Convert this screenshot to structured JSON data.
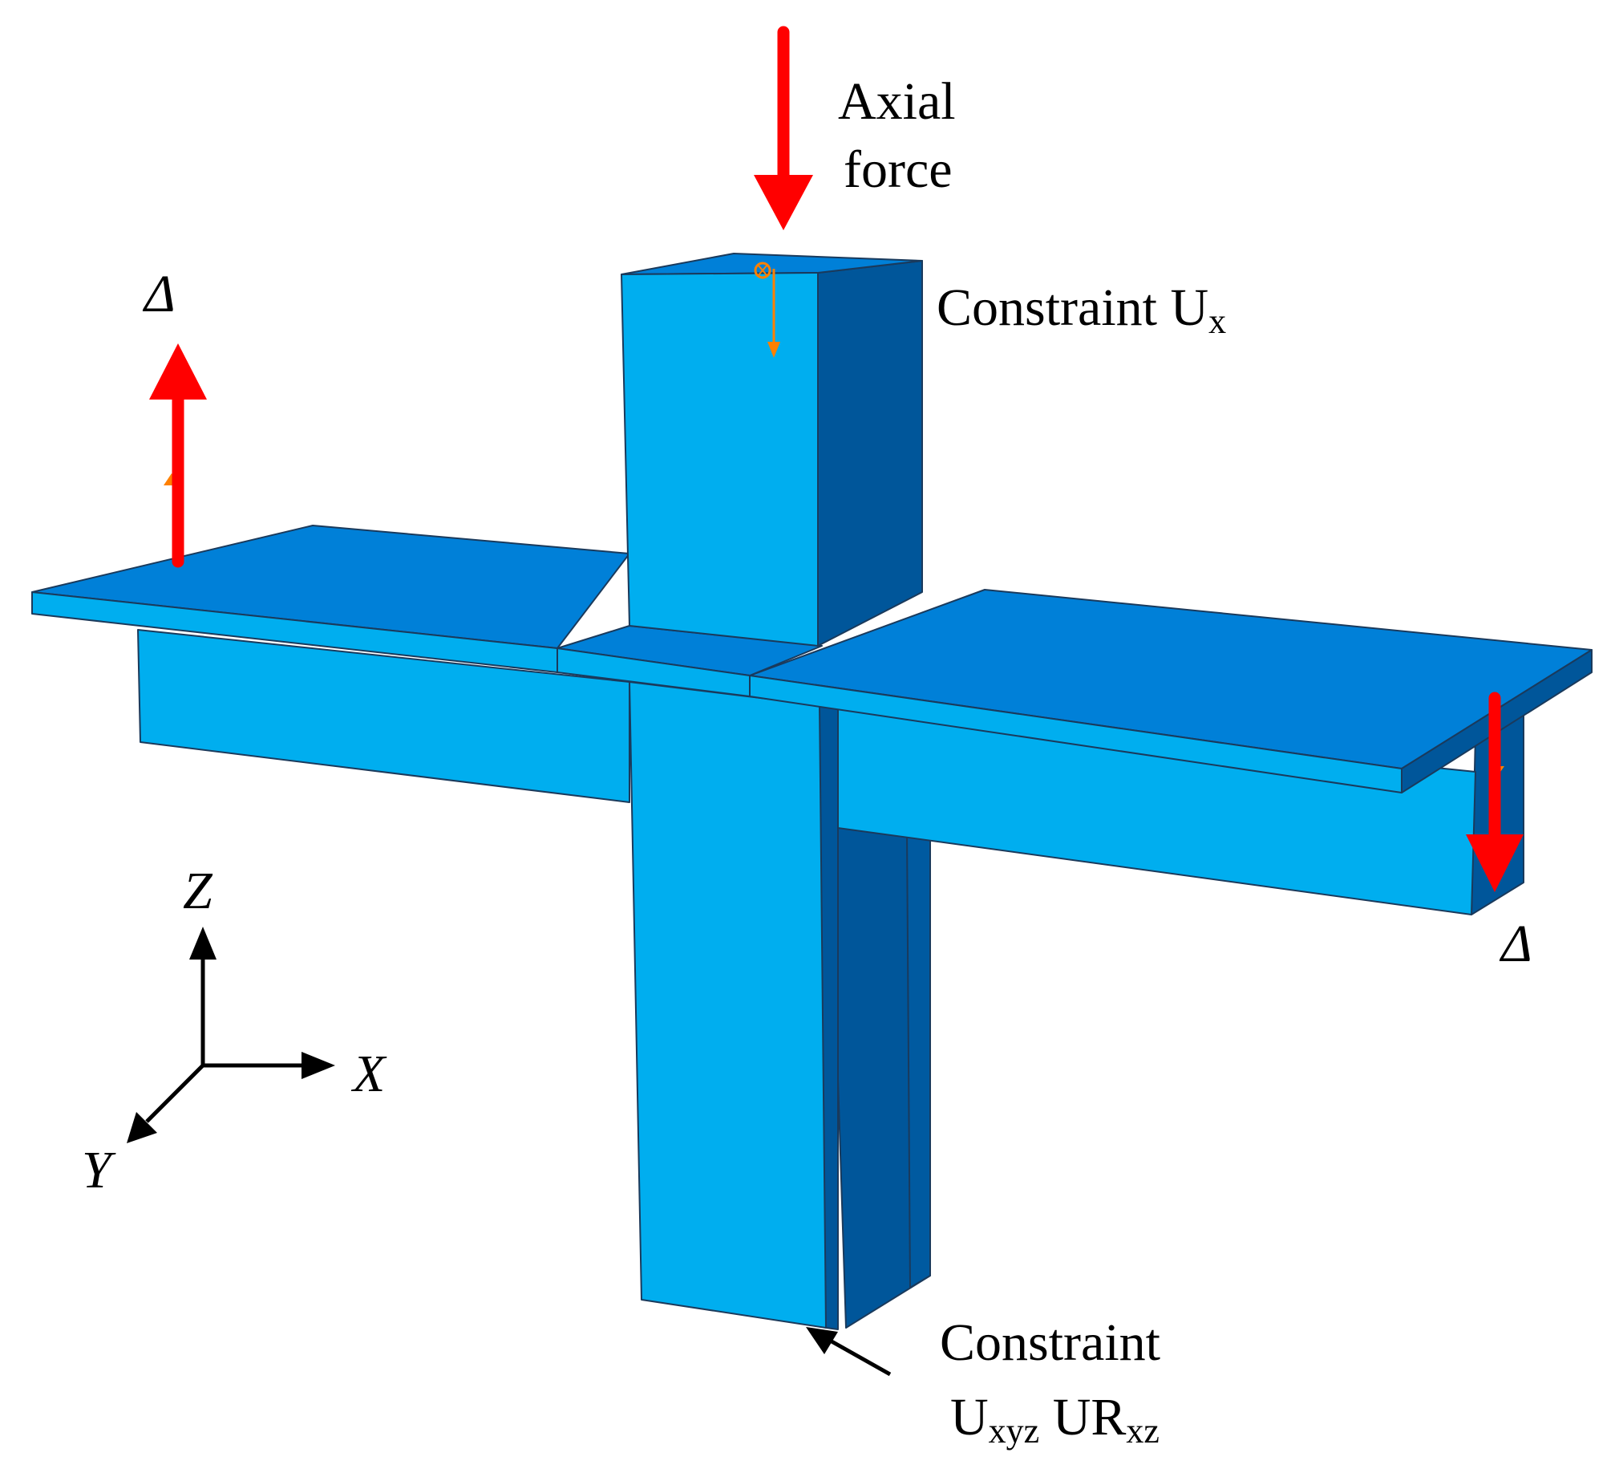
{
  "labels": {
    "axial_force_line1": "Axial",
    "axial_force_line2": "force",
    "constraint_top": "Constraint U",
    "constraint_top_sub": "x",
    "constraint_bottom_line1": "Constraint",
    "constraint_bottom_u": "U",
    "constraint_bottom_u_sub": "xyz",
    "constraint_bottom_ur": " UR",
    "constraint_bottom_ur_sub": "xz",
    "delta_left": "Δ",
    "delta_right": "Δ"
  },
  "axes": {
    "z": "Z",
    "x": "X",
    "y": "Y"
  },
  "colors": {
    "face_light": "#00aeef",
    "face_mid": "#0080d8",
    "face_dark": "#00569a",
    "load_arrow": "#ff0000",
    "bc_marker": "#ff8000",
    "axis": "#000000"
  }
}
